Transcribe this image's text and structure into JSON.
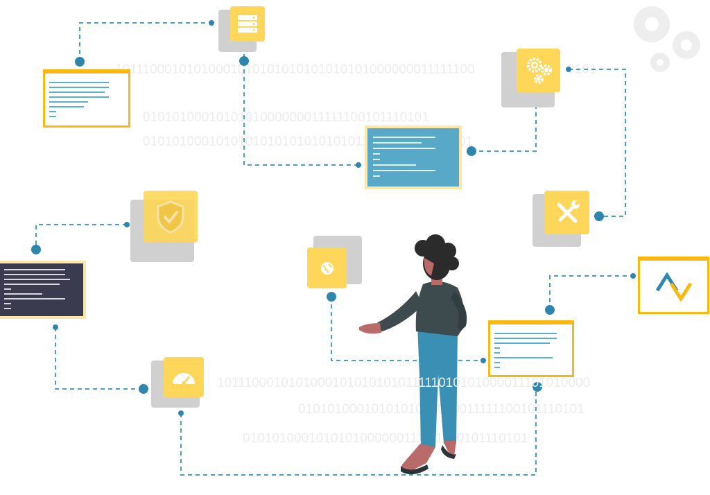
{
  "background_binary": [
    "10111000101010001010101010101010101000000011111100",
    "0101",
    "0101010001010101000000011111100101110101",
    "0101010001010101010101010101011111001011110101",
    "1011100010101000101010101011111010101000011101010000",
    "0101010001010101000000011111100101110101",
    "0101010001010101000000111111100101110101"
  ],
  "icons": [
    "document-icon",
    "server-icon",
    "gears-icon",
    "code-window-icon",
    "tools-icon",
    "shield-check-icon",
    "terminal-icon",
    "globe-icon",
    "gauge-icon",
    "logo-icon"
  ],
  "colors": {
    "accent_yellow": "#fed659",
    "border_yellow": "#fbb90f",
    "line_blue": "#4a9ec4",
    "dot_blue": "#2f86ad",
    "doc_blue": "#58a8c8",
    "dark_doc": "#3b3b50"
  }
}
